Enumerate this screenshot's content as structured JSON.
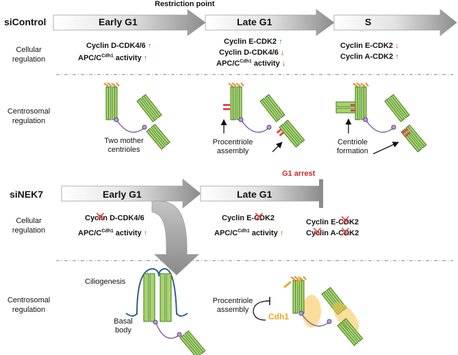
{
  "top": {
    "condition": "siControl",
    "restriction_point": "Restriction point",
    "stages": [
      "Early G1",
      "Late G1",
      "S"
    ],
    "row_labels": {
      "cellular": "Cellular\nregulation",
      "centrosomal": "Centrosomal\nregulation"
    },
    "early_reg": [
      {
        "text": "Cyclin D-CDK4/6",
        "arrow": "↑",
        "dir": "up"
      },
      {
        "text_pre": "APC/C",
        "sup": "Cdh1",
        "text_post": " activity",
        "arrow": "↑",
        "dir": "up"
      }
    ],
    "late_reg": [
      {
        "text": "Cyclin E-CDK2",
        "arrow": "↑",
        "dir": "up"
      },
      {
        "text": "Cyclin D-CDK4/6",
        "arrow": "↓",
        "dir": "down"
      },
      {
        "text_pre": "APC/C",
        "sup": "Cdh1",
        "text_post": " activity",
        "arrow": "↓",
        "dir": "down"
      }
    ],
    "s_reg": [
      {
        "text": "Cyclin E-CDK2",
        "arrow": "↓",
        "dir": "down"
      },
      {
        "text": "Cyclin A-CDK2",
        "arrow": "↑",
        "dir": "up"
      }
    ],
    "centro_labels": {
      "early": "Two mother\ncentrioles",
      "late": "Procentriole\nassembly",
      "s": "Centriole\nformation"
    }
  },
  "bottom": {
    "condition": "siNEK7",
    "g1_arrest": "G1 arrest",
    "stages": [
      "Early G1",
      "Late G1"
    ],
    "row_labels": {
      "cellular": "Cellular\nregulation",
      "centrosomal": "Centrosomal\nregulation"
    },
    "early_reg": [
      {
        "text": "Cyclin D-CDK4/6",
        "crossed": true
      },
      {
        "text_pre": "APC/C",
        "sup": "Cdh1",
        "text_post": " activity",
        "arrow": "↑",
        "dir": "up"
      }
    ],
    "late_reg": [
      {
        "text": "Cyclin E-CDK2",
        "crossed": true
      },
      {
        "text_pre": "APC/C",
        "sup": "Cdh1",
        "text_post": " activity",
        "arrow": "↑",
        "dir": "up"
      }
    ],
    "arrest_reg": [
      {
        "text": "Cyclin E-CDK2",
        "crossed": true
      },
      {
        "text": "Cyclin A-CDK2",
        "crossed": true
      }
    ],
    "centro_labels": {
      "ciliogenesis": "Ciliogenesis",
      "basal_body": "Basal\nbody",
      "procentriole": "Procentriole\nassembly",
      "cdh1": "Cdh1"
    }
  },
  "colors": {
    "arrow_gray": "#8c8c8c",
    "centriole_green": "#8cc34a",
    "procentriole_red": "#e04848",
    "up_green": "#2e9a34",
    "down_red": "#d32626",
    "cdh1_orange": "#f3a51c",
    "cilium_blue": "#2d5f8a",
    "linker_purple": "#7a5aa6"
  }
}
